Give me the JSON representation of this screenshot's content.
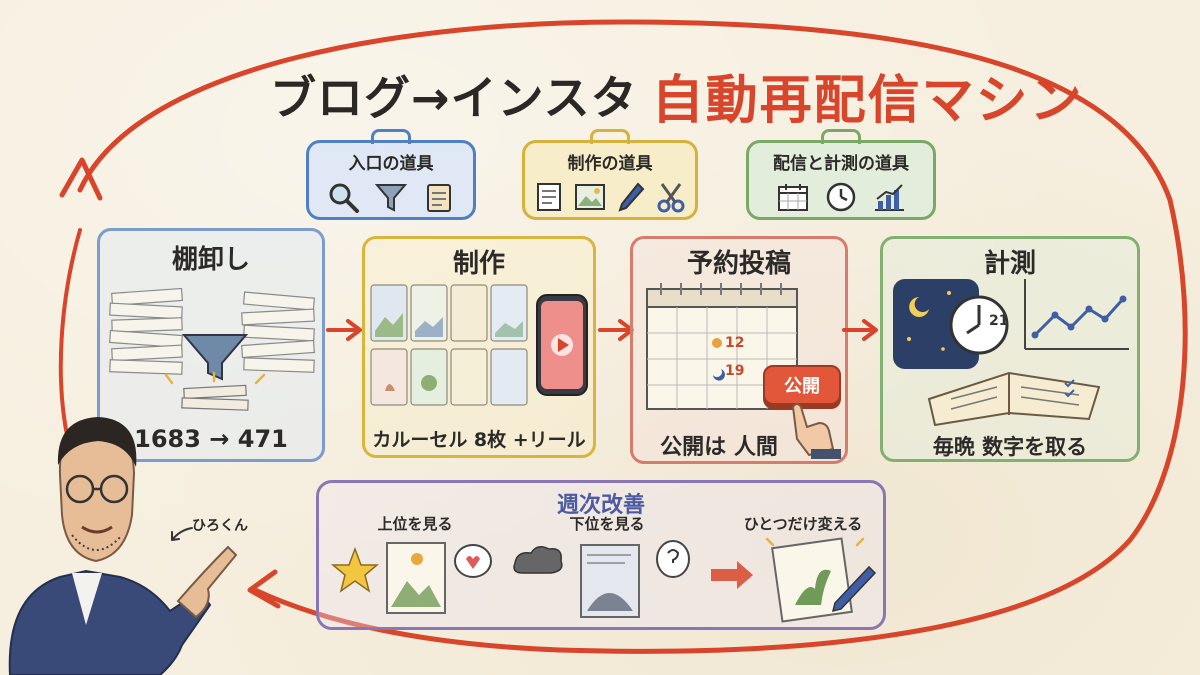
{
  "title": {
    "part1": "ブログ→インスタ",
    "part2": "自動再配信マシン"
  },
  "toolcases": [
    {
      "label": "入口の道具",
      "color": "#4f7fc4",
      "bg": "#dfe8f4"
    },
    {
      "label": "制作の道具",
      "color": "#d6b13c",
      "bg": "#f7edc9"
    },
    {
      "label": "配信と計測の道具",
      "color": "#7aa866",
      "bg": "#e3eddc"
    }
  ],
  "stages": [
    {
      "title": "棚卸し",
      "footer": "1683 → 471",
      "color": "#7b9ccc"
    },
    {
      "title": "制作",
      "footer": "カルーセル 8枚 +リール",
      "color": "#d8b63c"
    },
    {
      "title": "予約投稿",
      "footer": "公開は 人間",
      "color": "#d77b6c",
      "day_a": "12",
      "day_b": "19",
      "button": "公開"
    },
    {
      "title": "計測",
      "footer": "毎晩 数字を取る",
      "color": "#82b070",
      "clock_day": "21"
    }
  ],
  "weekly": {
    "title": "週次改善",
    "top_label": "上位を見る",
    "bottom_label": "下位を見る",
    "change_label": "ひとつだけ変える"
  },
  "person": {
    "name": "ひろくん"
  },
  "colors": {
    "accent": "#d8452b",
    "ink": "#2c2a28",
    "paper": "#f6efdf"
  }
}
